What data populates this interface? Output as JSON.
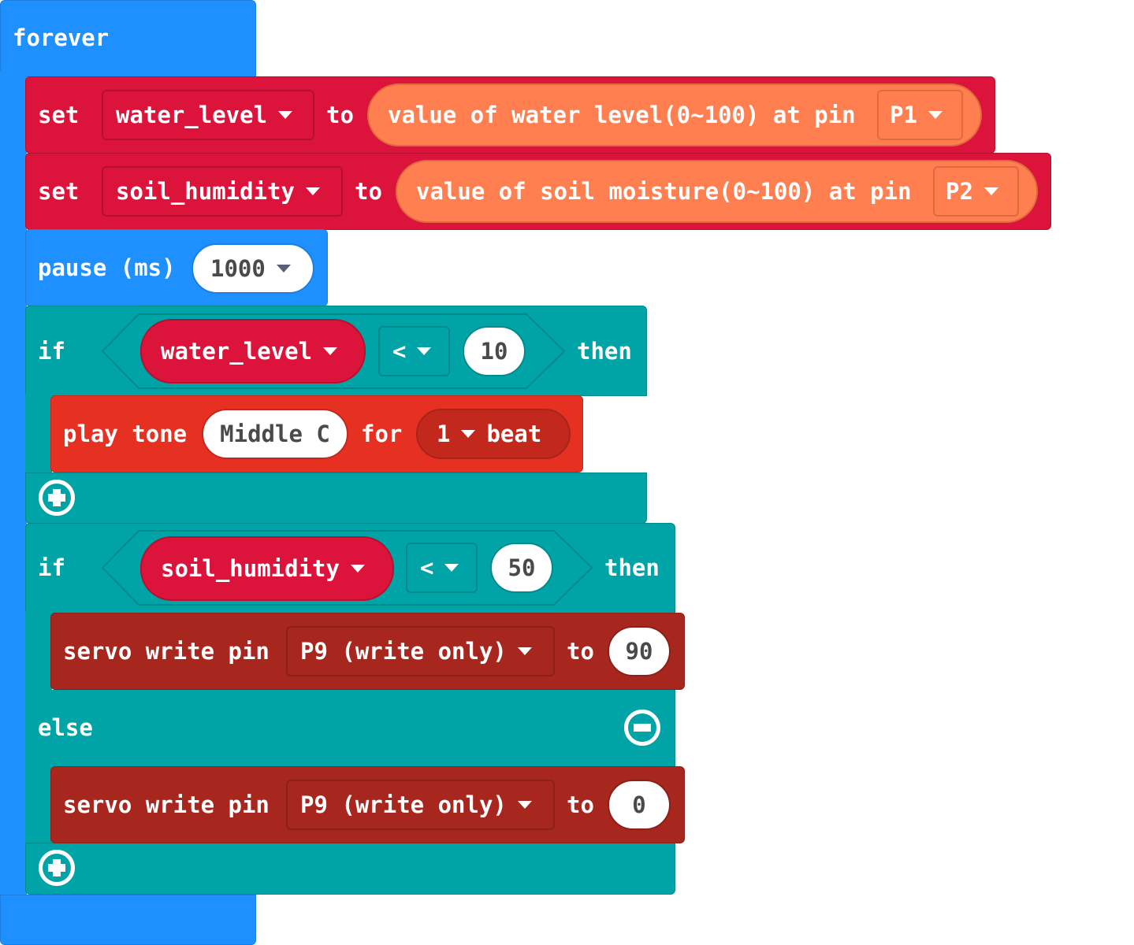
{
  "colors": {
    "loops": "#1e90ff",
    "variables": "#dc143c",
    "sensor": "#ff7f50",
    "logic": "#00a4a6",
    "music": "#e63022",
    "servo": "#a7271f"
  },
  "forever": {
    "label": "forever"
  },
  "set_water": {
    "set_label": "set",
    "variable": "water_level",
    "to_label": "to",
    "reporter": "value of water level(0~100) at pin",
    "pin": "P1"
  },
  "set_soil": {
    "set_label": "set",
    "variable": "soil_humidity",
    "to_label": "to",
    "reporter": "value of soil moisture(0~100) at pin",
    "pin": "P2"
  },
  "pause": {
    "label": "pause (ms)",
    "value": "1000"
  },
  "if1": {
    "if_label": "if",
    "variable": "water_level",
    "operator": "<",
    "value": "10",
    "then_label": "then",
    "add_icon": "plus-icon"
  },
  "tone": {
    "play_label": "play tone",
    "note": "Middle C",
    "for_label": "for",
    "beat_value": "1",
    "beat_label": "beat"
  },
  "if2": {
    "if_label": "if",
    "variable": "soil_humidity",
    "operator": "<",
    "value": "50",
    "then_label": "then",
    "else_label": "else",
    "remove_icon": "minus-icon",
    "add_icon": "plus-icon"
  },
  "servo1": {
    "label": "servo write pin",
    "pin": "P9 (write only)",
    "to_label": "to",
    "value": "90"
  },
  "servo2": {
    "label": "servo write pin",
    "pin": "P9 (write only)",
    "to_label": "to",
    "value": "0"
  }
}
